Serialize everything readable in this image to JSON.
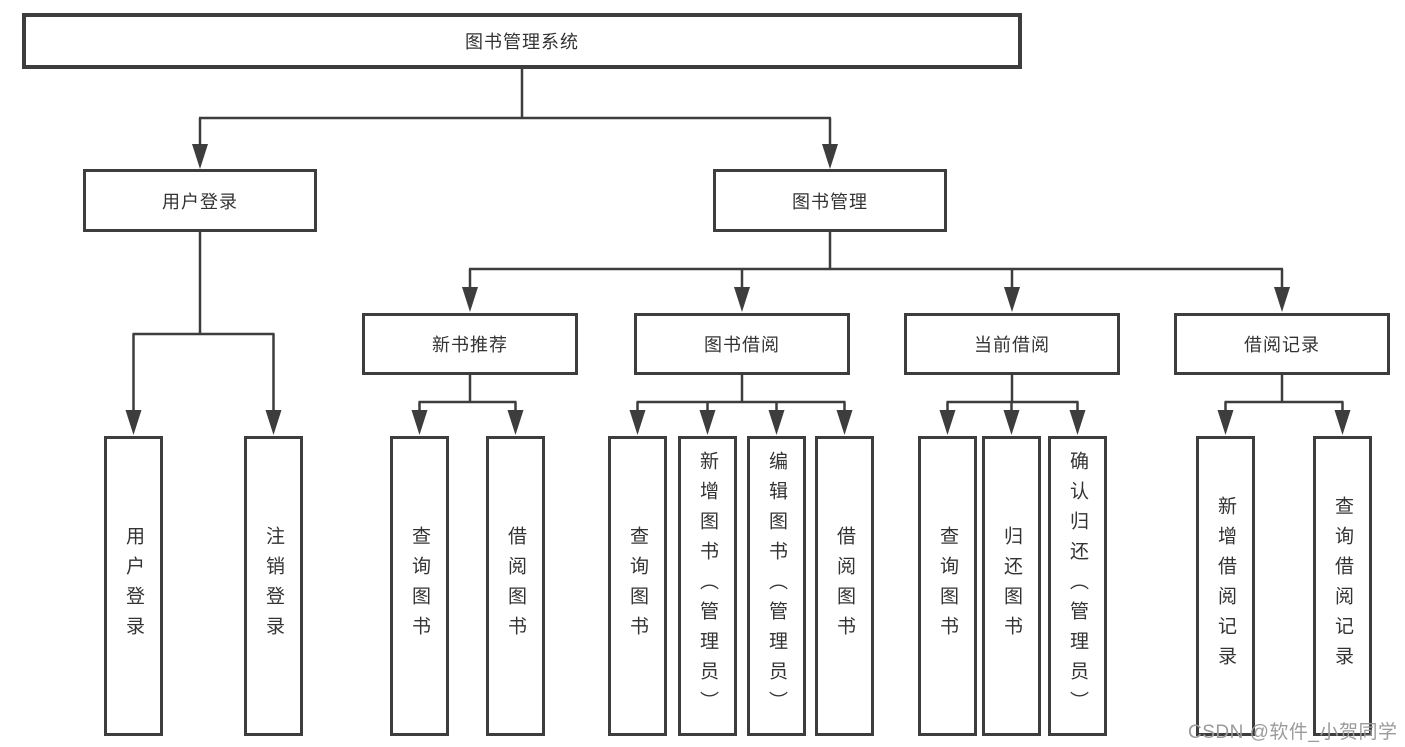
{
  "tree": {
    "label": "图书管理系统",
    "children": [
      {
        "label": "用户登录",
        "children": [
          {
            "label": "用户登录"
          },
          {
            "label": "注销登录"
          }
        ]
      },
      {
        "label": "图书管理",
        "children": [
          {
            "label": "新书推荐",
            "children": [
              {
                "label": "查询图书"
              },
              {
                "label": "借阅图书"
              }
            ]
          },
          {
            "label": "图书借阅",
            "children": [
              {
                "label": "查询图书"
              },
              {
                "label": "新增图书（管理员）"
              },
              {
                "label": "编辑图书（管理员）"
              },
              {
                "label": "借阅图书"
              }
            ]
          },
          {
            "label": "当前借阅",
            "children": [
              {
                "label": "查询图书"
              },
              {
                "label": "归还图书"
              },
              {
                "label": "确认归还（管理员）"
              }
            ]
          },
          {
            "label": "借阅记录",
            "children": [
              {
                "label": "新增借阅记录"
              },
              {
                "label": "查询借阅记录"
              }
            ]
          }
        ]
      }
    ]
  },
  "watermark": {
    "text": "CSDN @软件_小贺同学"
  },
  "colors": {
    "line": "#3d3d3d",
    "text": "#333333",
    "box_bg": "#ffffff",
    "page_bg": "#ffffff",
    "watermark": "#9b9b9b"
  }
}
